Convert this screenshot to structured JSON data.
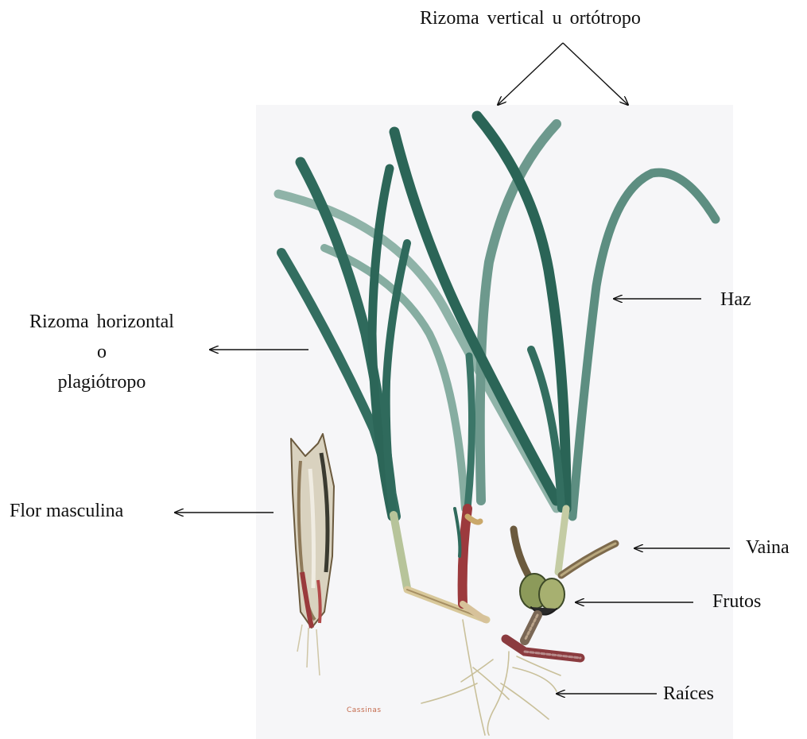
{
  "labels": {
    "top": "Rizoma vertical u ortótropo",
    "haz": "Haz",
    "rizoma_horizontal": [
      "Rizoma horizontal",
      "o",
      "plagiótropo"
    ],
    "flor_masculina": "Flor masculina",
    "vaina": "Vaina",
    "frutos": "Frutos",
    "raices": "Raíces"
  },
  "signature": "Cassinas",
  "colors": {
    "leaf_dark": "#2f6a5c",
    "leaf_light": "#7fa89c",
    "rhizome": "#8b3b3f",
    "background_panel": "#f6f6f8"
  }
}
